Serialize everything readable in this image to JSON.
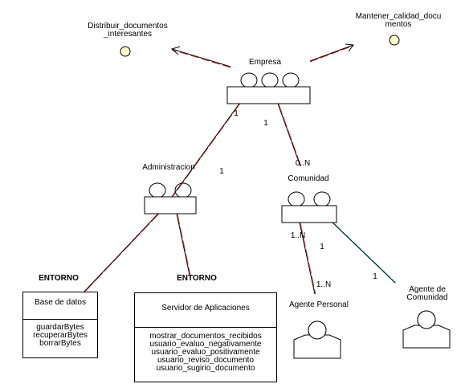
{
  "goals": {
    "left": {
      "line1": "Distribuir_documentos",
      "line2": "_interesantes"
    },
    "right": {
      "line1": "Mantener_calidad_docu",
      "line2": "mentos"
    }
  },
  "nodes": {
    "empresa": "Empresa",
    "administracion": "Administracion",
    "comunidad": "Comunidad"
  },
  "multiplicities": {
    "emp_admin_top": "1",
    "emp_admin_bottom": "1",
    "emp_com_top": "1",
    "emp_com_bottom": "0..N",
    "com_personal_top": "1..N",
    "com_personal_mid": "1",
    "com_personal_bottom": "1..N",
    "com_agente_bottom": "1"
  },
  "environment": {
    "left_heading": "ENTORNO",
    "right_heading": "ENTORNO"
  },
  "boxes": {
    "base_datos": {
      "title": "Base de datos",
      "ops": [
        "guardarBytes",
        "recuperarBytes",
        "borrarBytes"
      ]
    },
    "servidor": {
      "title": "Servidor de Aplicaciones",
      "ops": [
        "mostrar_documentos_recibidos",
        "usuario_evaluo_negativamente",
        "usuario_evaluo_positivamente",
        "usuario_reviso_documento",
        "usuario_sugirio_documento"
      ]
    }
  },
  "actors": {
    "personal": "Agente Personal",
    "comunidad": {
      "line1": "Agente de",
      "line2": "Comunidad"
    }
  },
  "colors": {
    "goal_fill": "#ffffcc",
    "line": "#000000",
    "arrow_accent": "#cc0000"
  }
}
